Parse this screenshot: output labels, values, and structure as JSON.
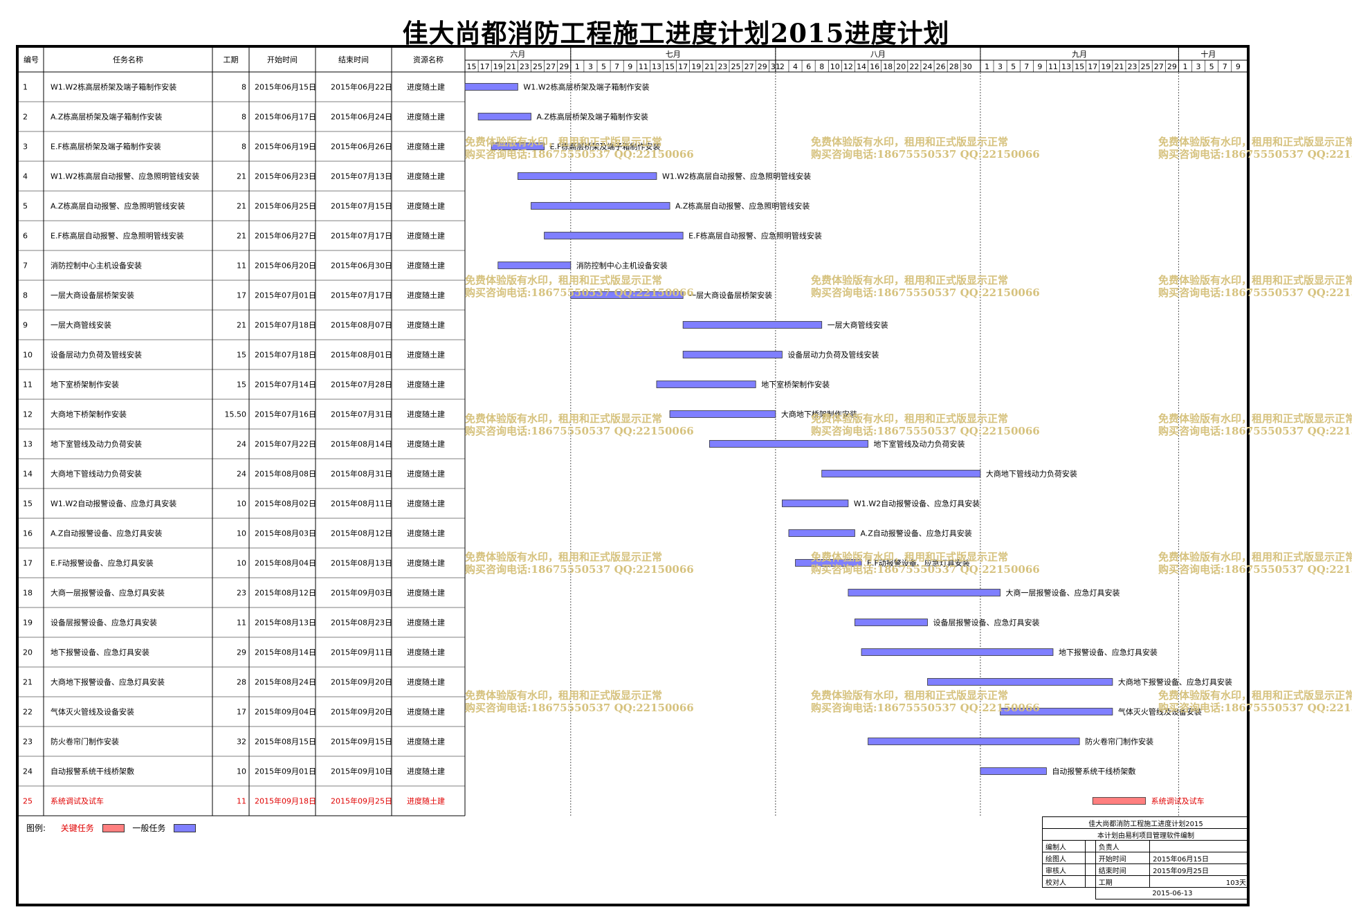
{
  "title": "佳大尚都消防工程施工进度计划2015进度计划",
  "columns": [
    "编号",
    "任务名称",
    "工期",
    "开始时间",
    "结束时间",
    "资源名称"
  ],
  "months": [
    {
      "label": "六月",
      "days": [
        15,
        17,
        19,
        21,
        23,
        25,
        27,
        29
      ]
    },
    {
      "label": "七月",
      "days": [
        1,
        3,
        5,
        7,
        9,
        11,
        13,
        15,
        17,
        19,
        21,
        23,
        25,
        27,
        29,
        31
      ]
    },
    {
      "label": "八月",
      "days": [
        2,
        4,
        6,
        8,
        10,
        12,
        14,
        16,
        18,
        20,
        22,
        24,
        26,
        28,
        30
      ]
    },
    {
      "label": "九月",
      "days": [
        1,
        3,
        5,
        7,
        9,
        11,
        13,
        15,
        17,
        19,
        21,
        23,
        25,
        27,
        29
      ]
    },
    {
      "label": "十月",
      "days": [
        1,
        3,
        5,
        7,
        9
      ]
    }
  ],
  "chart_data": {
    "type": "gantt",
    "title": "佳大尚都消防工程施工进度计划2015进度计划",
    "x_range": [
      "2015-06-15",
      "2015-10-10"
    ],
    "tasks": [
      {
        "id": "1",
        "name": "W1.W2栋高层桥架及端子箱制作安装",
        "duration": "8",
        "start": "2015年06月15日",
        "end": "2015年06月22日",
        "resource": "进度随土建",
        "s": "2015-06-15",
        "e": "2015-06-22",
        "critical": false
      },
      {
        "id": "2",
        "name": "A.Z栋高层桥架及端子箱制作安装",
        "duration": "8",
        "start": "2015年06月17日",
        "end": "2015年06月24日",
        "resource": "进度随土建",
        "s": "2015-06-17",
        "e": "2015-06-24",
        "critical": false
      },
      {
        "id": "3",
        "name": "E.F栋高层桥架及端子箱制作安装",
        "duration": "8",
        "start": "2015年06月19日",
        "end": "2015年06月26日",
        "resource": "进度随土建",
        "s": "2015-06-19",
        "e": "2015-06-26",
        "critical": false
      },
      {
        "id": "4",
        "name": "W1.W2栋高层自动报警、应急照明管线安装",
        "duration": "21",
        "start": "2015年06月23日",
        "end": "2015年07月13日",
        "resource": "进度随土建",
        "s": "2015-06-23",
        "e": "2015-07-13",
        "critical": false
      },
      {
        "id": "5",
        "name": "A.Z栋高层自动报警、应急照明管线安装",
        "duration": "21",
        "start": "2015年06月25日",
        "end": "2015年07月15日",
        "resource": "进度随土建",
        "s": "2015-06-25",
        "e": "2015-07-15",
        "critical": false
      },
      {
        "id": "6",
        "name": "E.F栋高层自动报警、应急照明管线安装",
        "duration": "21",
        "start": "2015年06月27日",
        "end": "2015年07月17日",
        "resource": "进度随土建",
        "s": "2015-06-27",
        "e": "2015-07-17",
        "critical": false
      },
      {
        "id": "7",
        "name": "消防控制中心主机设备安装",
        "duration": "11",
        "start": "2015年06月20日",
        "end": "2015年06月30日",
        "resource": "进度随土建",
        "s": "2015-06-20",
        "e": "2015-06-30",
        "critical": false
      },
      {
        "id": "8",
        "name": "一层大商设备层桥架安装",
        "duration": "17",
        "start": "2015年07月01日",
        "end": "2015年07月17日",
        "resource": "进度随土建",
        "s": "2015-07-01",
        "e": "2015-07-17",
        "critical": false
      },
      {
        "id": "9",
        "name": "一层大商管线安装",
        "duration": "21",
        "start": "2015年07月18日",
        "end": "2015年08月07日",
        "resource": "进度随土建",
        "s": "2015-07-18",
        "e": "2015-08-07",
        "critical": false
      },
      {
        "id": "10",
        "name": "设备层动力负荷及管线安装",
        "duration": "15",
        "start": "2015年07月18日",
        "end": "2015年08月01日",
        "resource": "进度随土建",
        "s": "2015-07-18",
        "e": "2015-08-01",
        "critical": false
      },
      {
        "id": "11",
        "name": "地下室桥架制作安装",
        "duration": "15",
        "start": "2015年07月14日",
        "end": "2015年07月28日",
        "resource": "进度随土建",
        "s": "2015-07-14",
        "e": "2015-07-28",
        "critical": false
      },
      {
        "id": "12",
        "name": "大商地下桥架制作安装",
        "duration": "15.50",
        "start": "2015年07月16日",
        "end": "2015年07月31日",
        "resource": "进度随土建",
        "s": "2015-07-16",
        "e": "2015-07-31",
        "critical": false
      },
      {
        "id": "13",
        "name": "地下室管线及动力负荷安装",
        "duration": "24",
        "start": "2015年07月22日",
        "end": "2015年08月14日",
        "resource": "进度随土建",
        "s": "2015-07-22",
        "e": "2015-08-14",
        "critical": false
      },
      {
        "id": "14",
        "name": "大商地下管线动力负荷安装",
        "duration": "24",
        "start": "2015年08月08日",
        "end": "2015年08月31日",
        "resource": "进度随土建",
        "s": "2015-08-08",
        "e": "2015-08-31",
        "critical": false
      },
      {
        "id": "15",
        "name": "W1.W2自动报警设备、应急灯具安装",
        "duration": "10",
        "start": "2015年08月02日",
        "end": "2015年08月11日",
        "resource": "进度随土建",
        "s": "2015-08-02",
        "e": "2015-08-11",
        "critical": false
      },
      {
        "id": "16",
        "name": "A.Z自动报警设备、应急灯具安装",
        "duration": "10",
        "start": "2015年08月03日",
        "end": "2015年08月12日",
        "resource": "进度随土建",
        "s": "2015-08-03",
        "e": "2015-08-12",
        "critical": false
      },
      {
        "id": "17",
        "name": "E.F动报警设备、应急灯具安装",
        "duration": "10",
        "start": "2015年08月04日",
        "end": "2015年08月13日",
        "resource": "进度随土建",
        "s": "2015-08-04",
        "e": "2015-08-13",
        "critical": false
      },
      {
        "id": "18",
        "name": "大商一层报警设备、应急灯具安装",
        "duration": "23",
        "start": "2015年08月12日",
        "end": "2015年09月03日",
        "resource": "进度随土建",
        "s": "2015-08-12",
        "e": "2015-09-03",
        "critical": false
      },
      {
        "id": "19",
        "name": "设备层报警设备、应急灯具安装",
        "duration": "11",
        "start": "2015年08月13日",
        "end": "2015年08月23日",
        "resource": "进度随土建",
        "s": "2015-08-13",
        "e": "2015-08-23",
        "critical": false
      },
      {
        "id": "20",
        "name": "地下报警设备、应急灯具安装",
        "duration": "29",
        "start": "2015年08月14日",
        "end": "2015年09月11日",
        "resource": "进度随土建",
        "s": "2015-08-14",
        "e": "2015-09-11",
        "critical": false
      },
      {
        "id": "21",
        "name": "大商地下报警设备、应急灯具安装",
        "duration": "28",
        "start": "2015年08月24日",
        "end": "2015年09月20日",
        "resource": "进度随土建",
        "s": "2015-08-24",
        "e": "2015-09-20",
        "critical": false
      },
      {
        "id": "22",
        "name": "气体灭火管线及设备安装",
        "duration": "17",
        "start": "2015年09月04日",
        "end": "2015年09月20日",
        "resource": "进度随土建",
        "s": "2015-09-04",
        "e": "2015-09-20",
        "critical": false
      },
      {
        "id": "23",
        "name": "防火卷帘门制作安装",
        "duration": "32",
        "start": "2015年08月15日",
        "end": "2015年09月15日",
        "resource": "进度随土建",
        "s": "2015-08-15",
        "e": "2015-09-15",
        "critical": false
      },
      {
        "id": "24",
        "name": "自动报警系统干线桥架敷",
        "duration": "10",
        "start": "2015年09月01日",
        "end": "2015年09月10日",
        "resource": "进度随土建",
        "s": "2015-09-01",
        "e": "2015-09-10",
        "critical": false
      },
      {
        "id": "25",
        "name": "系统调试及试车",
        "duration": "11",
        "start": "2015年09月18日",
        "end": "2015年09月25日",
        "resource": "进度随土建",
        "s": "2015-09-18",
        "e": "2015-09-25",
        "critical": true
      }
    ]
  },
  "colors": {
    "normal": "#7f7fff",
    "critical": "#ff7f7f",
    "critical_text": "#e00000",
    "watermark": "#d6c27e",
    "grid": "#808080"
  },
  "watermark": {
    "line1": "免费体验版有水印，租用和正式版显示正常",
    "line2": "购买咨询电话:18675550537 QQ:22150066"
  },
  "legend": {
    "label": "图例:",
    "critical": "关键任务",
    "normal": "一般任务"
  },
  "info": {
    "title": "佳大尚都消防工程施工进度计划2015",
    "subtitle": "本计划由易利项目管理软件编制",
    "rows": [
      [
        "编制人",
        "",
        "负责人",
        ""
      ],
      [
        "绘图人",
        "",
        "开始时间",
        "2015年06月15日"
      ],
      [
        "审核人",
        "",
        "结束时间",
        "2015年09月25日"
      ],
      [
        "校对人",
        "",
        "工期",
        "103天"
      ]
    ],
    "date": "2015-06-13"
  }
}
